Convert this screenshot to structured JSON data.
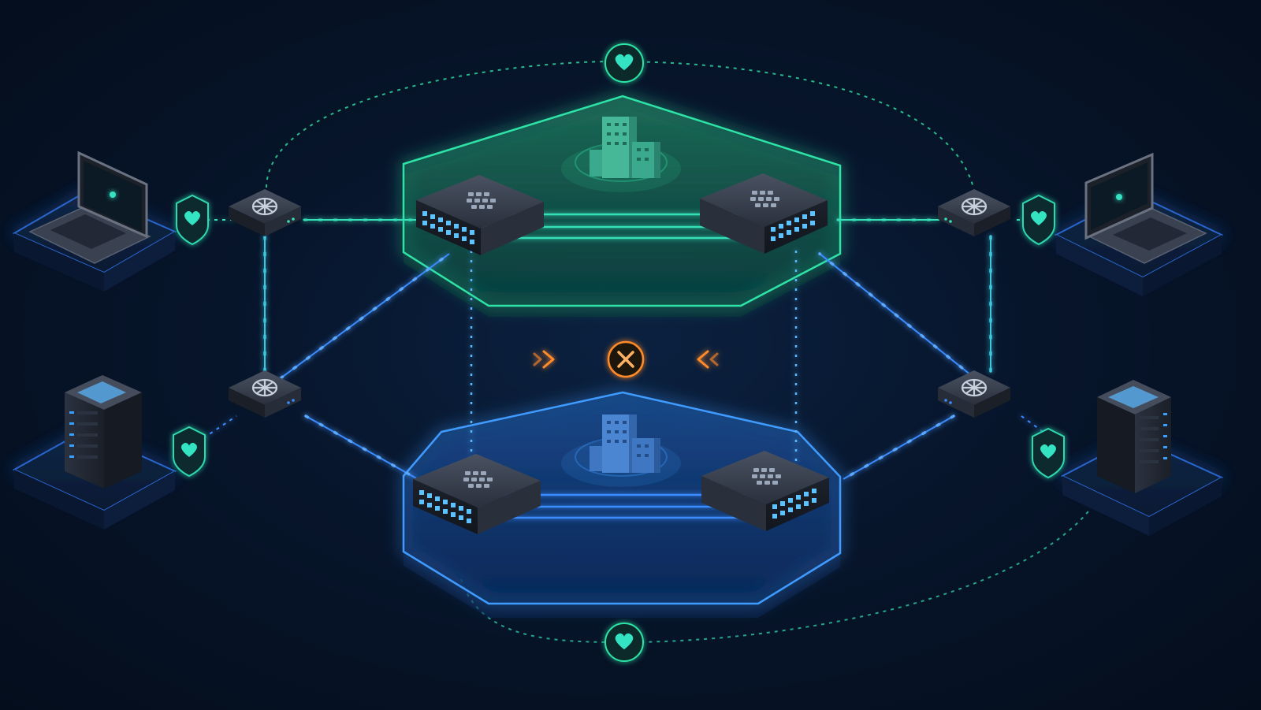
{
  "colors": {
    "background": "#061226",
    "green_accent": "#2fe3a6",
    "green_link": "#35e0b8",
    "blue_accent": "#3f9bff",
    "blue_link": "#3b8cff",
    "failure": "#ff8a2b",
    "health_icon": "#34e3c2",
    "device_dark": "#262d3a"
  },
  "zones": [
    {
      "name": "primary-datacenter-zone",
      "icon": "building-cluster-icon",
      "accent": "green"
    },
    {
      "name": "secondary-datacenter-zone",
      "icon": "building-cluster-icon",
      "accent": "blue"
    }
  ],
  "core_switches": [
    {
      "name": "primary-core-switch-left",
      "icon": "grid-dots-icon"
    },
    {
      "name": "primary-core-switch-right",
      "icon": "grid-dots-icon"
    },
    {
      "name": "secondary-core-switch-left",
      "icon": "grid-dots-icon"
    },
    {
      "name": "secondary-core-switch-right",
      "icon": "grid-dots-icon"
    }
  ],
  "edge_routers": [
    {
      "name": "router-top-left",
      "icon": "router-wheel-icon"
    },
    {
      "name": "router-bottom-left",
      "icon": "router-wheel-icon"
    },
    {
      "name": "router-top-right",
      "icon": "router-wheel-icon"
    },
    {
      "name": "router-bottom-right",
      "icon": "router-wheel-icon"
    }
  ],
  "endpoints": [
    {
      "name": "laptop-left",
      "icon": "laptop-icon"
    },
    {
      "name": "laptop-right",
      "icon": "laptop-icon"
    },
    {
      "name": "server-left",
      "icon": "server-rack-icon"
    },
    {
      "name": "server-right",
      "icon": "server-rack-icon"
    }
  ],
  "health_badges": [
    {
      "name": "heartbeat-top",
      "icon": "heart-icon"
    },
    {
      "name": "heartbeat-bottom",
      "icon": "heart-icon"
    },
    {
      "name": "shield-laptop-left",
      "icon": "shield-heart-icon"
    },
    {
      "name": "shield-server-left",
      "icon": "shield-heart-icon"
    },
    {
      "name": "shield-laptop-right",
      "icon": "shield-heart-icon"
    },
    {
      "name": "shield-server-right",
      "icon": "shield-heart-icon"
    }
  ],
  "failure_indicator": {
    "name": "split-brain-blocked",
    "icon": "x-mark-icon",
    "state": "blocked"
  }
}
